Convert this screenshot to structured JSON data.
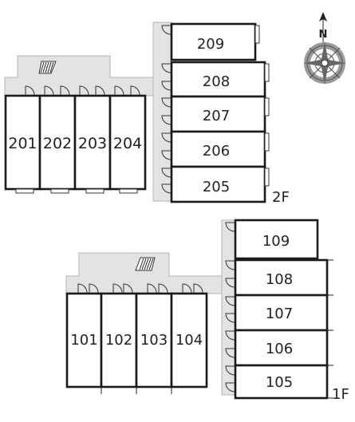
{
  "compass": {
    "north_label": "N"
  },
  "floors": [
    {
      "label": "2F",
      "units": [
        {
          "number": "201"
        },
        {
          "number": "202"
        },
        {
          "number": "203"
        },
        {
          "number": "204"
        },
        {
          "number": "205"
        },
        {
          "number": "206"
        },
        {
          "number": "207"
        },
        {
          "number": "208"
        },
        {
          "number": "209"
        }
      ]
    },
    {
      "label": "1F",
      "units": [
        {
          "number": "101"
        },
        {
          "number": "102"
        },
        {
          "number": "103"
        },
        {
          "number": "104"
        },
        {
          "number": "105"
        },
        {
          "number": "106"
        },
        {
          "number": "107"
        },
        {
          "number": "108"
        },
        {
          "number": "109"
        }
      ]
    }
  ]
}
